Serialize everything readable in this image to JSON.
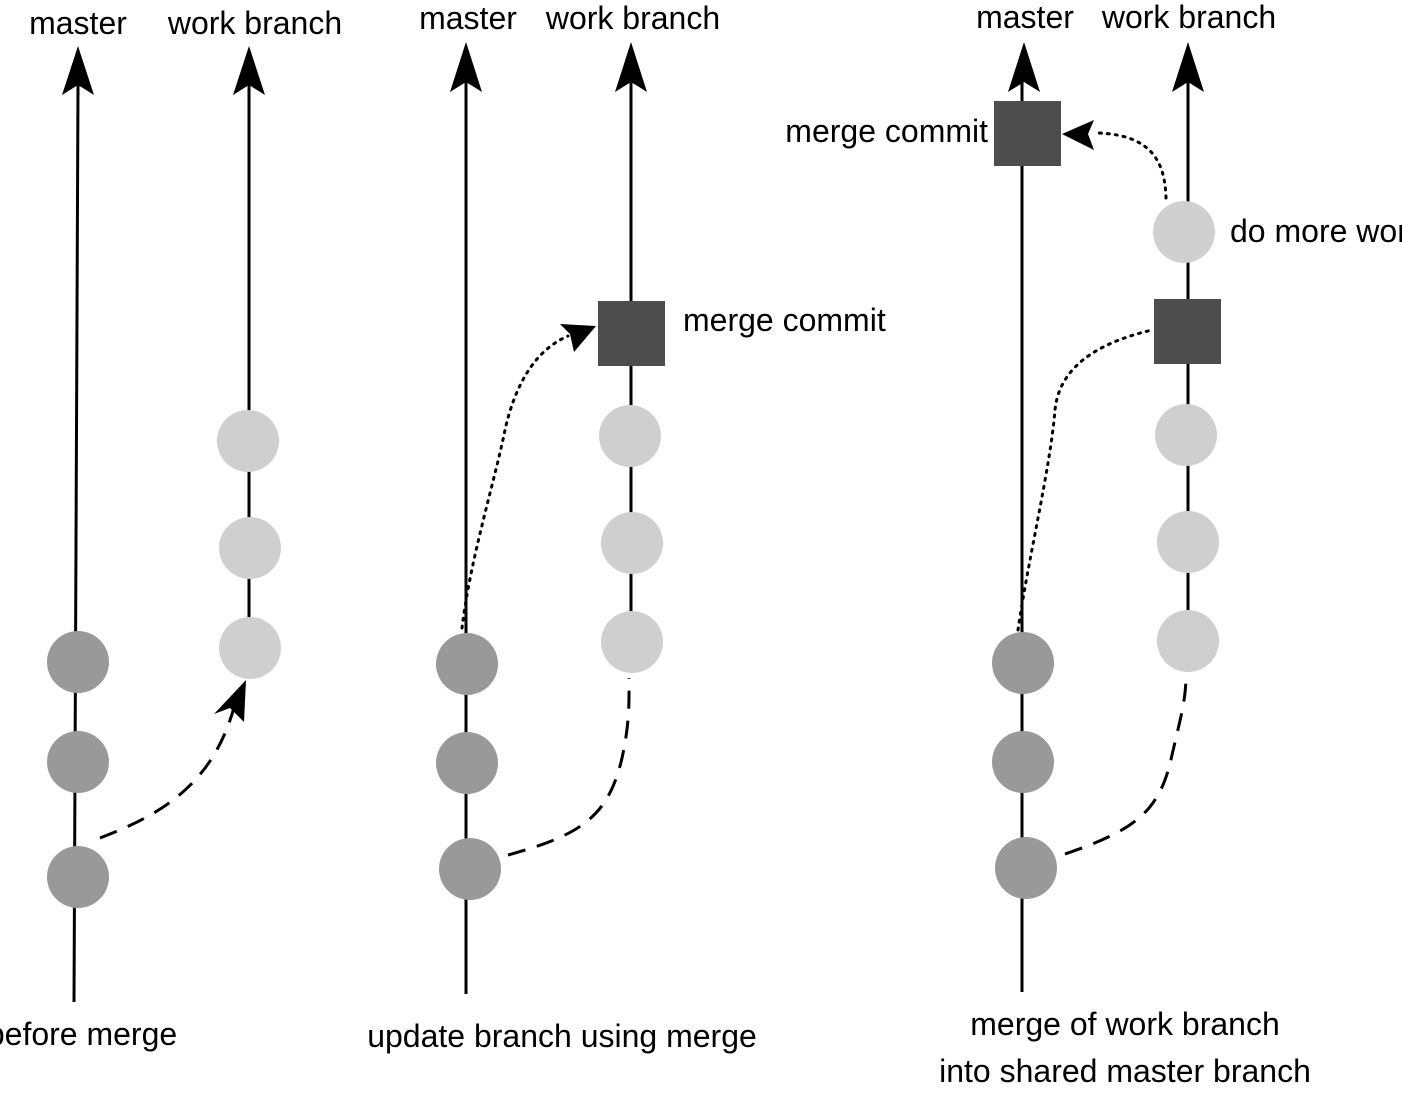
{
  "colors": {
    "master_commit": "#999999",
    "work_commit": "#cfcfcf",
    "merge_commit": "#4d4d4d",
    "line": "#000000"
  },
  "panels": [
    {
      "branch_labels": {
        "master": "master",
        "work": "work branch"
      },
      "caption": [
        "before merge"
      ]
    },
    {
      "branch_labels": {
        "master": "master",
        "work": "work branch"
      },
      "merge_label": "merge commit",
      "caption": [
        "update branch using merge"
      ]
    },
    {
      "branch_labels": {
        "master": "master",
        "work": "work branch"
      },
      "merge_label": "merge commit",
      "more_work_label": "do more work",
      "caption": [
        "merge of work branch",
        "into shared master branch"
      ]
    }
  ]
}
